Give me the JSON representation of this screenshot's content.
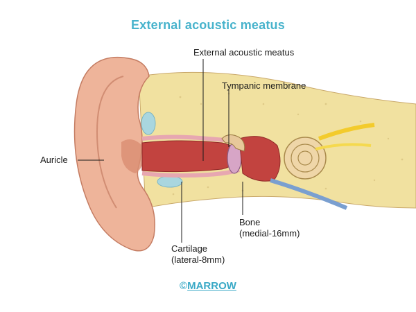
{
  "title": "External acoustic meatus",
  "watermark": "MARROW",
  "labels": {
    "eam": "External acoustic meatus",
    "tympanic": "Tympanic membrane",
    "auricle": "Auricle",
    "bone_line1": "Bone",
    "bone_line2": "(medial-16mm)",
    "cartilage_line1": "Cartilage",
    "cartilage_line2": "(lateral-8mm)"
  },
  "footer": {
    "copyright_symbol": "©",
    "brand": "MARROW"
  },
  "colors": {
    "title": "#48b3cc",
    "skin": "#e9a98d",
    "canal": "#c2433f",
    "bone": "#f1e1a0",
    "cartilage": "#a9d6df",
    "brand": "#3aa9c6"
  }
}
